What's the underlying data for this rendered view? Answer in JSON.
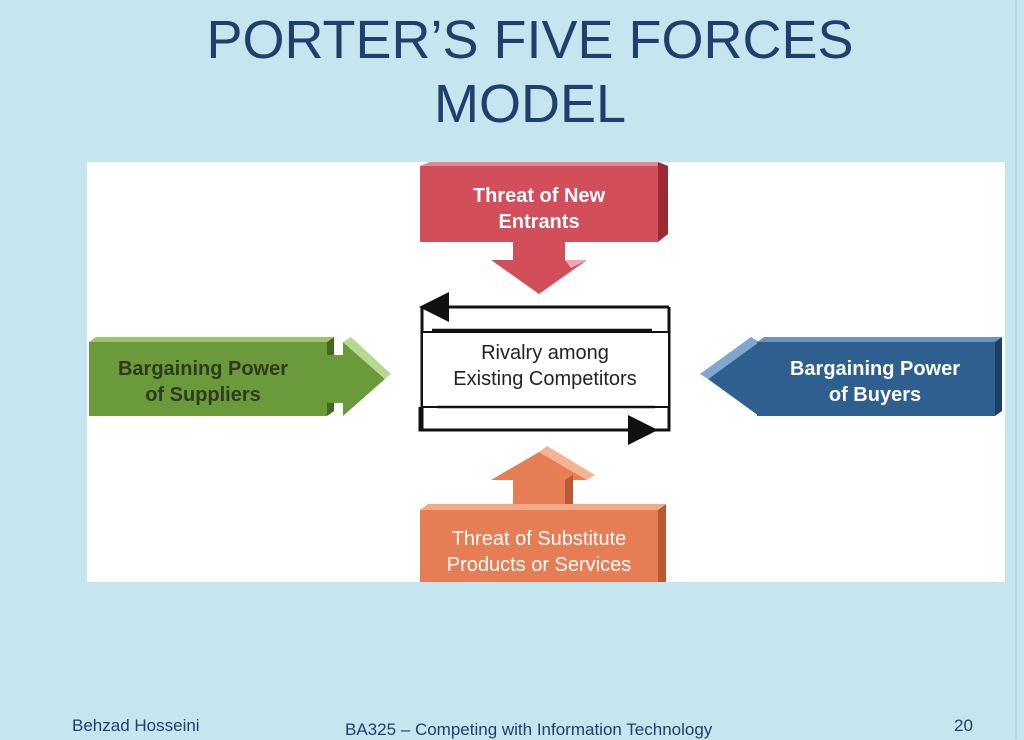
{
  "slide": {
    "title_line1": "PORTER’S FIVE FORCES",
    "title_line2": "MODEL"
  },
  "diagram": {
    "new_entrants": {
      "line1": "Threat of New",
      "line2": "Entrants",
      "color": "#d24e5a"
    },
    "suppliers": {
      "line1": "Bargaining Power",
      "line2": "of Suppliers",
      "color": "#6a9a3a"
    },
    "buyers": {
      "line1": "Bargaining Power",
      "line2": "of Buyers",
      "color": "#2f5f8e"
    },
    "substitutes": {
      "line1": "Threat of Substitute",
      "line2": "Products or Services",
      "color": "#e67d55"
    },
    "rivalry": {
      "line1": "Rivalry among",
      "line2": "Existing Competitors"
    }
  },
  "footer": {
    "author": "Behzad Hosseini",
    "course": "BA325 – Competing with Information Technology",
    "page_number": "20"
  }
}
